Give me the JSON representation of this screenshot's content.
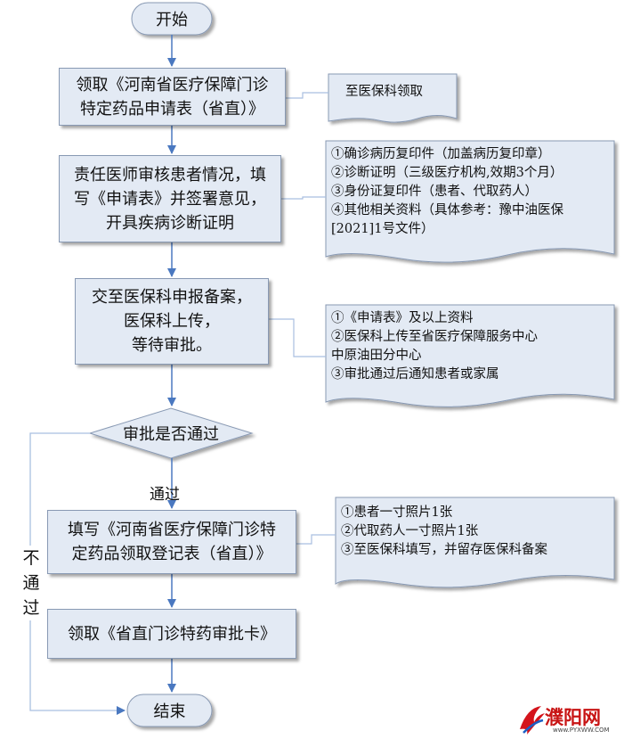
{
  "start": "开始",
  "end": "结束",
  "step1": {
    "lines": [
      "领取《河南省医疗保障门诊",
      "特定药品申请表（省直）》"
    ]
  },
  "step2": {
    "lines": [
      "责任医师审核患者情况，填",
      "写《申请表》并签署意见，",
      "开具疾病诊断证明"
    ]
  },
  "step3": {
    "lines": [
      "交至医保科申报备案，",
      "医保科上传，",
      "等待审批。"
    ]
  },
  "decision": "审批是否通过",
  "pass_label": "通过",
  "fail_label": [
    "不",
    "通",
    "过"
  ],
  "step4": {
    "lines": [
      "填写《河南省医疗保障门诊特",
      "定药品领取登记表（省直）》"
    ]
  },
  "step5": {
    "lines": [
      "领取《省直门诊特药审批卡》"
    ]
  },
  "note1": {
    "lines": [
      "至医保科领取"
    ]
  },
  "note2": {
    "lines": [
      "①确诊病历复印件（加盖病历复印章）",
      "②诊断证明（三级医疗机构,效期3个月）",
      "③身份证复印件（患者、代取药人）",
      "④其他相关资料（具体参考：豫中油医保",
      "[2021]1号文件）"
    ]
  },
  "note3": {
    "lines": [
      "①《申请表》及以上资料",
      "②医保科上传至省医疗保障服务中心",
      "中原油田分中心",
      "③审批通过后通知患者或家属"
    ]
  },
  "note4": {
    "lines": [
      "①患者一寸照片1张",
      "②代取药人一寸照片1张",
      "③至医保科填写，并留存医保科备案"
    ]
  },
  "watermark": {
    "name": "濮阳网",
    "url": "www.PYXWW.COM"
  },
  "colors": {
    "box_fill": "#e3eaf4",
    "box_border": "#8899b3",
    "arrow": "#4a78c0",
    "brand_red": "#c81414"
  }
}
